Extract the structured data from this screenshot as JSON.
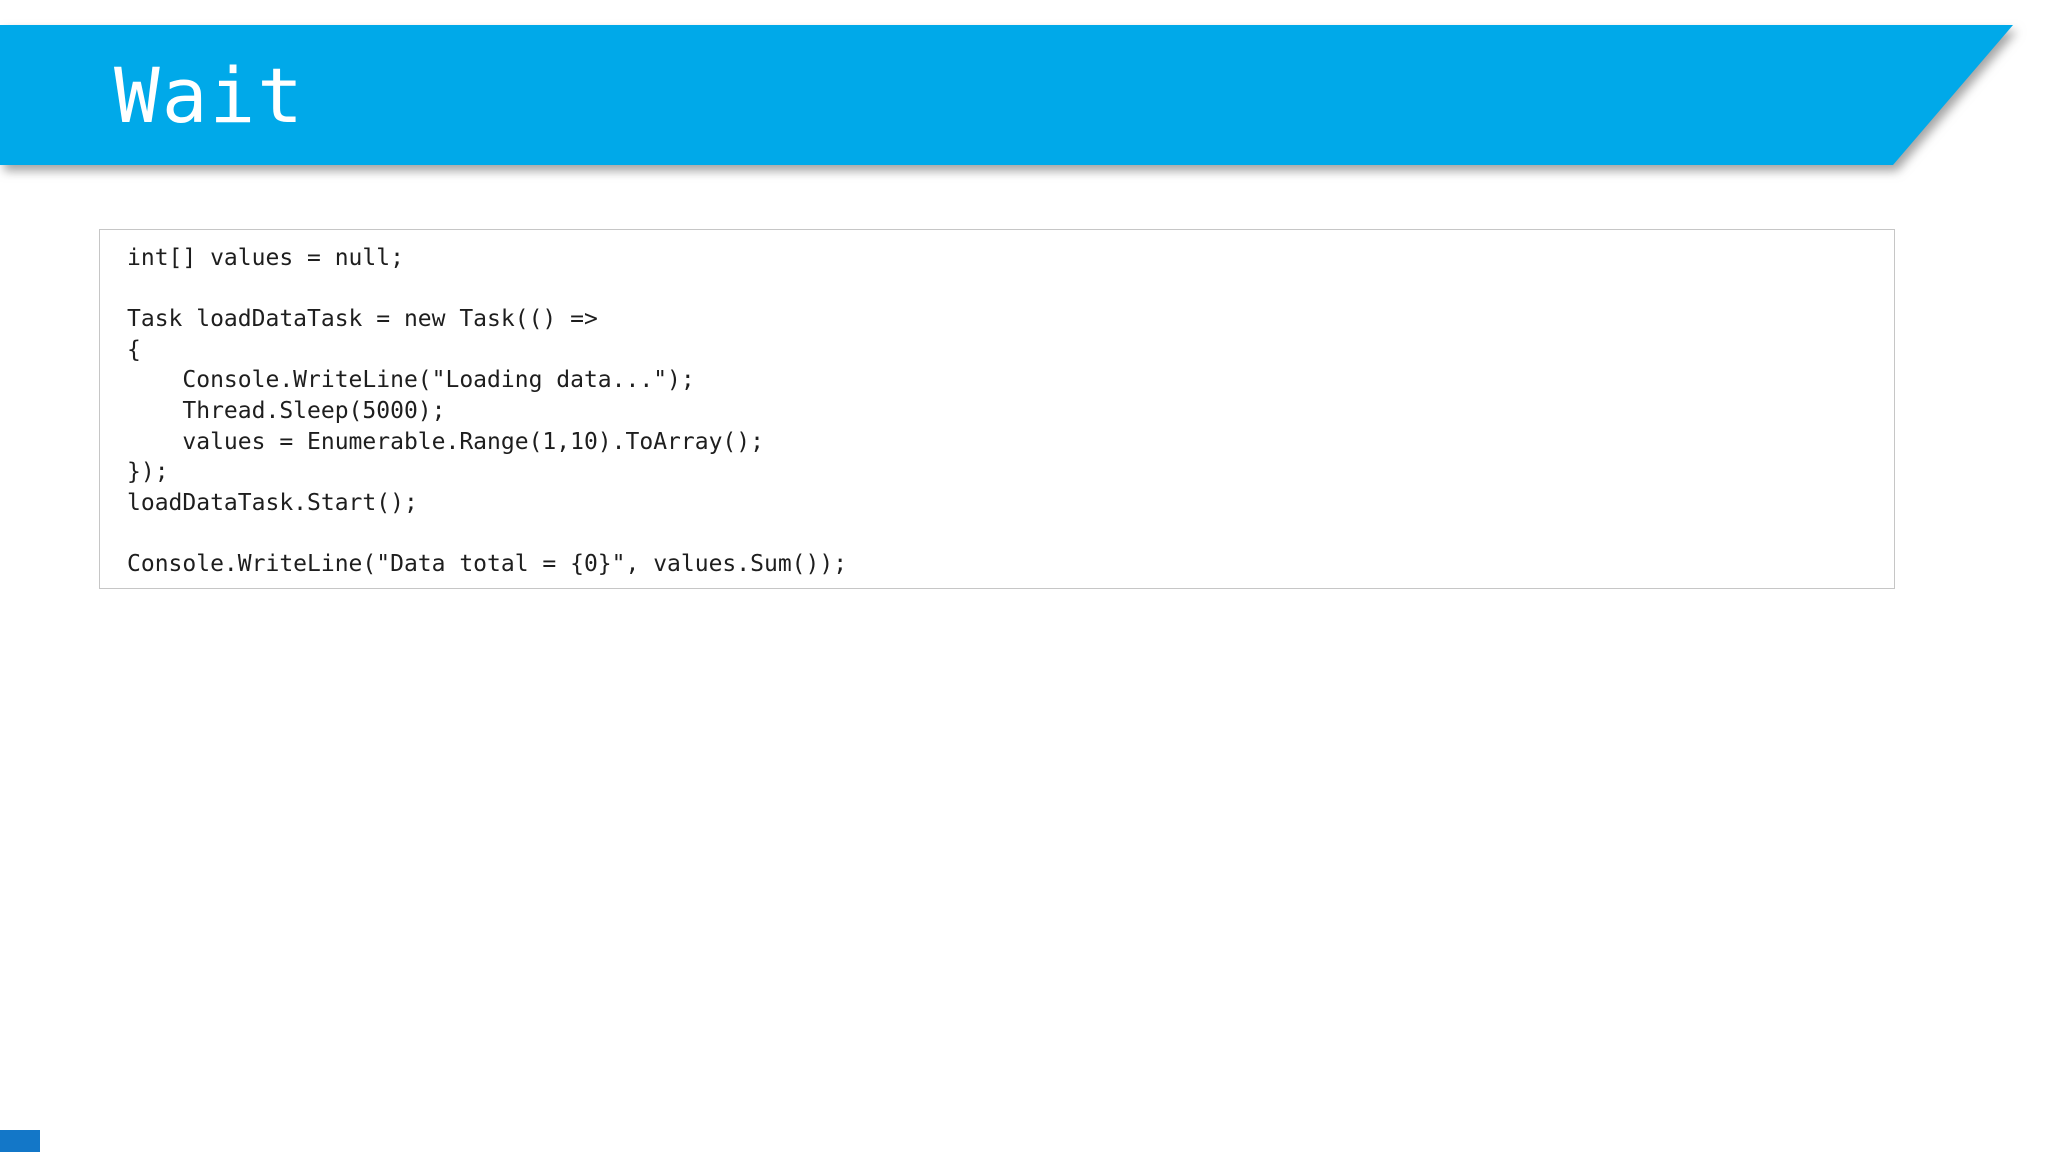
{
  "slide": {
    "title": "Wait",
    "accent_color": "#00a9e9",
    "corner_color": "#1377c8",
    "background_color": "#ffffff"
  },
  "code_block": {
    "language": "csharp",
    "lines": [
      "int[] values = null;",
      "",
      "Task loadDataTask = new Task(() =>",
      "{",
      "    Console.WriteLine(\"Loading data...\");",
      "    Thread.Sleep(5000);",
      "    values = Enumerable.Range(1,10).ToArray();",
      "});",
      "loadDataTask.Start();",
      "",
      "Console.WriteLine(\"Data total = {0}\", values.Sum());"
    ]
  }
}
